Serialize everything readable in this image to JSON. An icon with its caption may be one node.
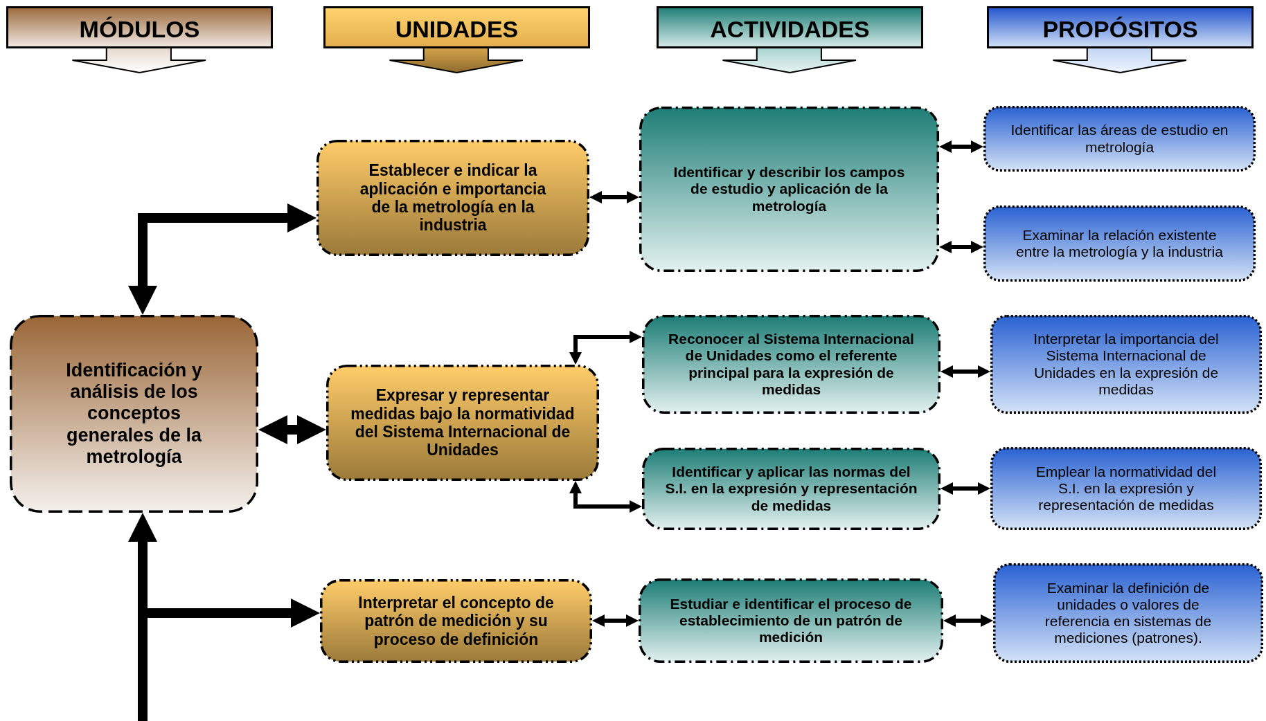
{
  "diagram": {
    "nodes": [
      {
        "text": [
          "MÓDULOS"
        ]
      },
      {
        "text": [
          "UNIDADES"
        ]
      },
      {
        "text": [
          "ACTIVIDADES"
        ]
      },
      {
        "text": [
          "PROPÓSITOS"
        ]
      },
      {
        "text": [
          "Identificación y análisis de los conceptos generales de la metrología"
        ]
      },
      {
        "text": [
          "Establecer e indicar la aplicación e importancia de la metrología en la industria"
        ]
      },
      {
        "text": [
          "Expresar y representar medidas bajo la normatividad del Sistema Internacional de Unidades"
        ]
      },
      {
        "text": [
          "Interpretar el concepto de patrón de medición y su proceso de definición"
        ]
      },
      {
        "text": [
          "Identificar y describir los campos de estudio y aplicación de la metrología"
        ]
      },
      {
        "text": [
          "Reconocer al Sistema Internacional de Unidades como el referente principal para la expresión de medidas"
        ]
      },
      {
        "text": [
          "Identificar y aplicar las normas del S.I. en la expresión y representación de medidas"
        ]
      },
      {
        "text": [
          "Estudiar e identificar el proceso de establecimiento de un patrón de medición"
        ]
      },
      {
        "text": [
          "Identificar las áreas de estudio en metrología"
        ]
      },
      {
        "text": [
          "Examinar la relación existente entre la metrología y la industria"
        ]
      },
      {
        "text": [
          "Interpretar la importancia del Sistema Internacional de Unidades en la expresión de medidas"
        ]
      },
      {
        "text": [
          "Emplear la normatividad del S.I. en la expresión y representación de medidas"
        ]
      },
      {
        "text": [
          "Examinar la definición de unidades o valores de referencia en sistemas de mediciones (patrones)."
        ]
      }
    ],
    "edges": [
      {
        "from": 4,
        "to": 5,
        "arrow": "both",
        "style": "thick"
      },
      {
        "from": 4,
        "to": 6,
        "arrow": "both",
        "style": "thick"
      },
      {
        "from": null,
        "to": 4,
        "arrow": "to",
        "style": "thick"
      },
      {
        "from": null,
        "to": 7,
        "arrow": "to",
        "style": "thick"
      },
      {
        "from": 5,
        "to": 8,
        "arrow": "both"
      },
      {
        "from": 6,
        "to": 9,
        "arrow": "both"
      },
      {
        "from": 6,
        "to": 10,
        "arrow": "both"
      },
      {
        "from": 7,
        "to": 11,
        "arrow": "both"
      },
      {
        "from": 8,
        "to": 12,
        "arrow": "both"
      },
      {
        "from": 8,
        "to": 13,
        "arrow": "both"
      },
      {
        "from": 9,
        "to": 14,
        "arrow": "both"
      },
      {
        "from": 10,
        "to": 15,
        "arrow": "both"
      },
      {
        "from": 11,
        "to": 16,
        "arrow": "both"
      }
    ]
  }
}
